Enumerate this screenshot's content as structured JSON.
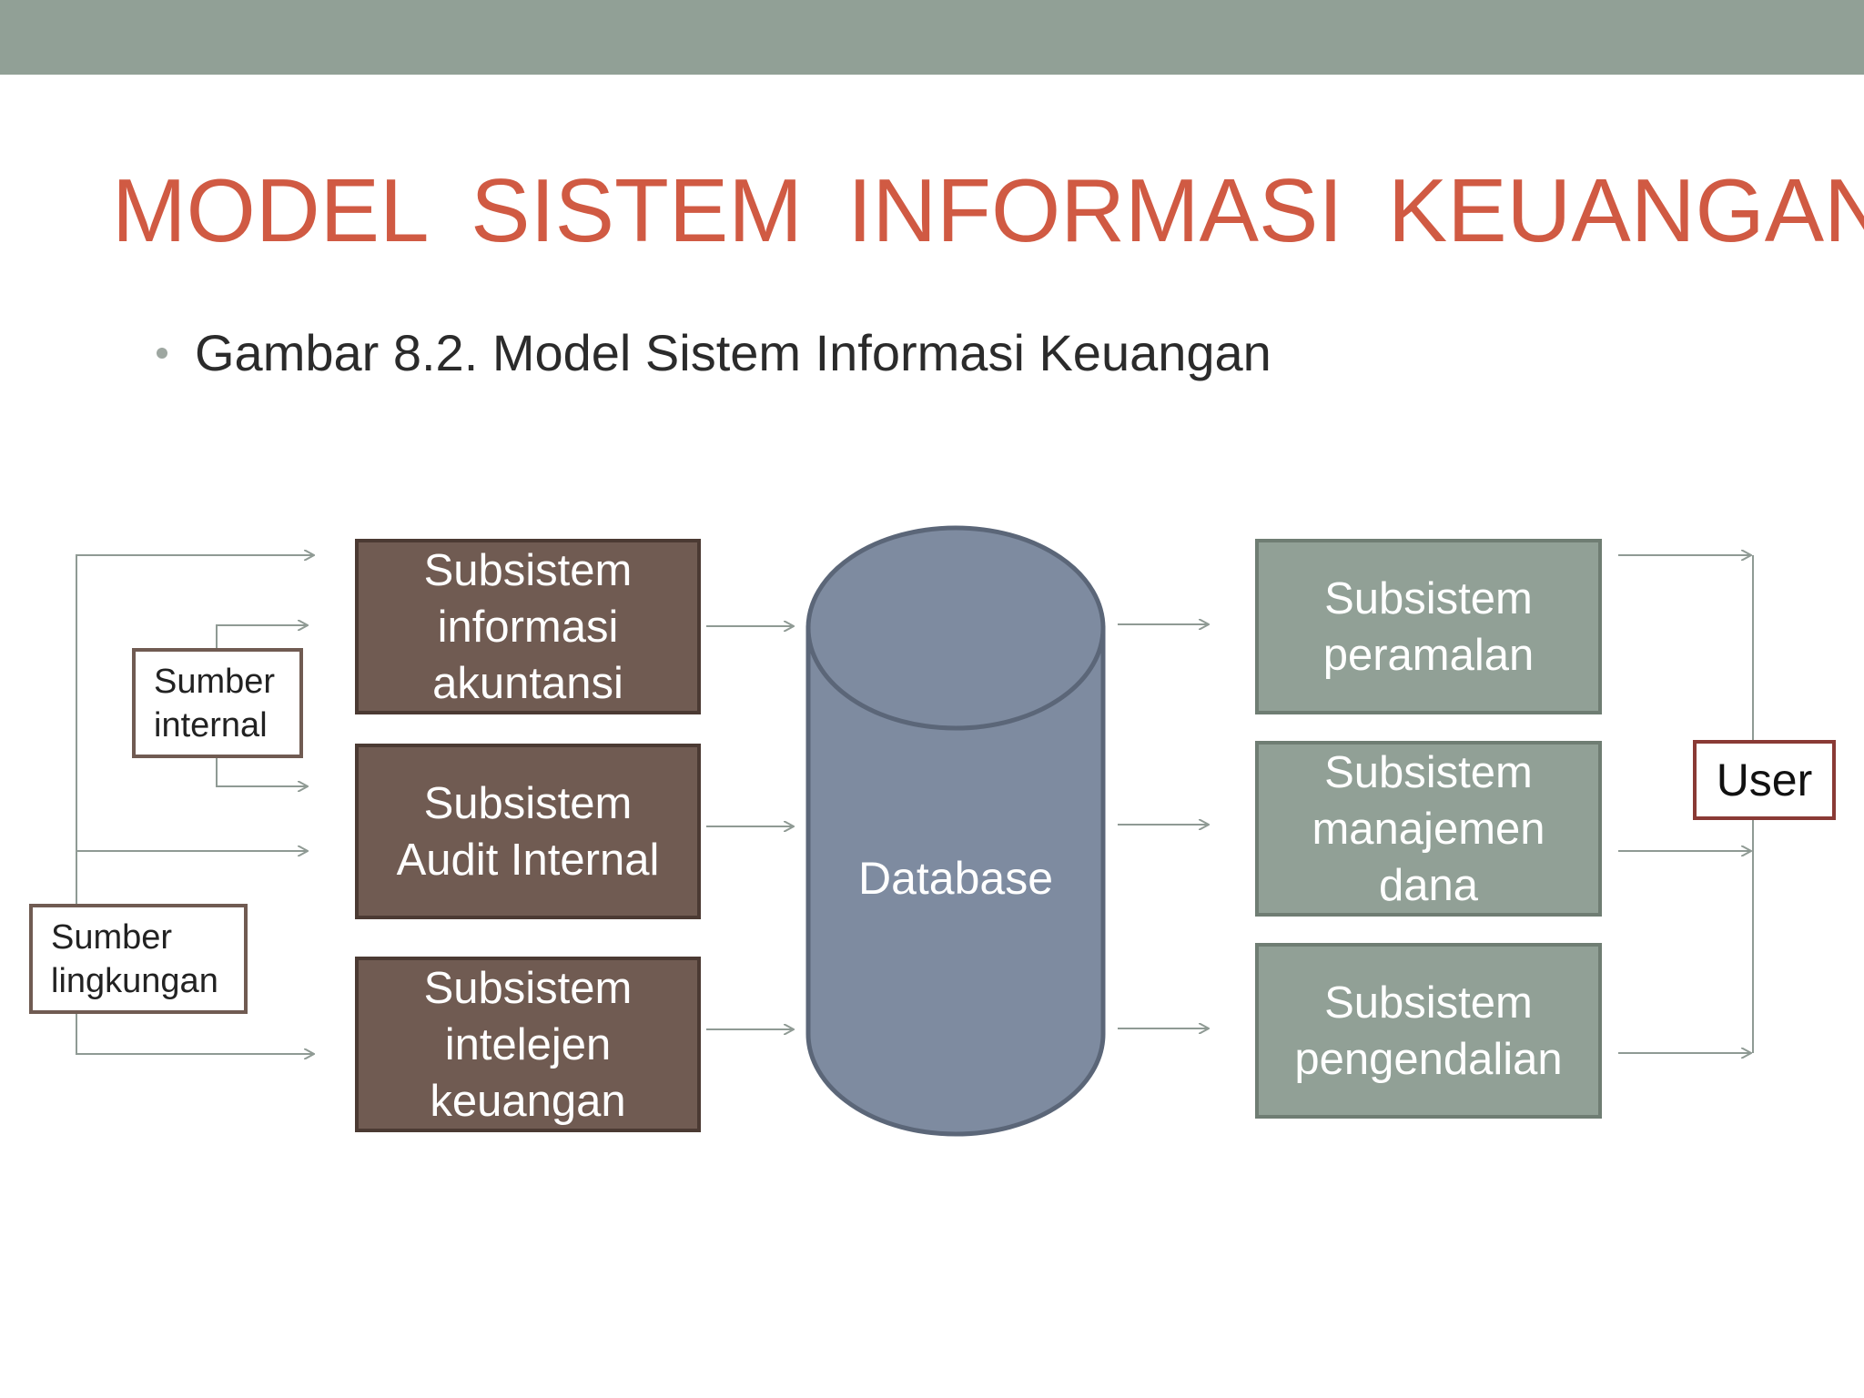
{
  "slide": {
    "title": "MODEL  SISTEM  INFORMASI  KEUANGAN",
    "bullet": "Gambar 8.2. Model Sistem Informasi Keuangan"
  },
  "diagram": {
    "sources": {
      "internal": "Sumber\ninternal",
      "environment": "Sumber\nlingkungan"
    },
    "input_subsystems": [
      "Subsistem\ninformasi\nakuntansi",
      "Subsistem\nAudit Internal",
      "Subsistem\nintelejen\nkeuangan"
    ],
    "database": "Database",
    "output_subsystems": [
      "Subsistem\nperamalan",
      "Subsistem\nmanajemen\ndana",
      "Subsistem\npengendalian"
    ],
    "user": "User"
  },
  "colors": {
    "title": "#d05a43",
    "top_bar": "#91a096",
    "input_box": "#705b52",
    "output_box": "#91a096",
    "database": "#7e8ba0",
    "connector": "#8f9a94"
  }
}
